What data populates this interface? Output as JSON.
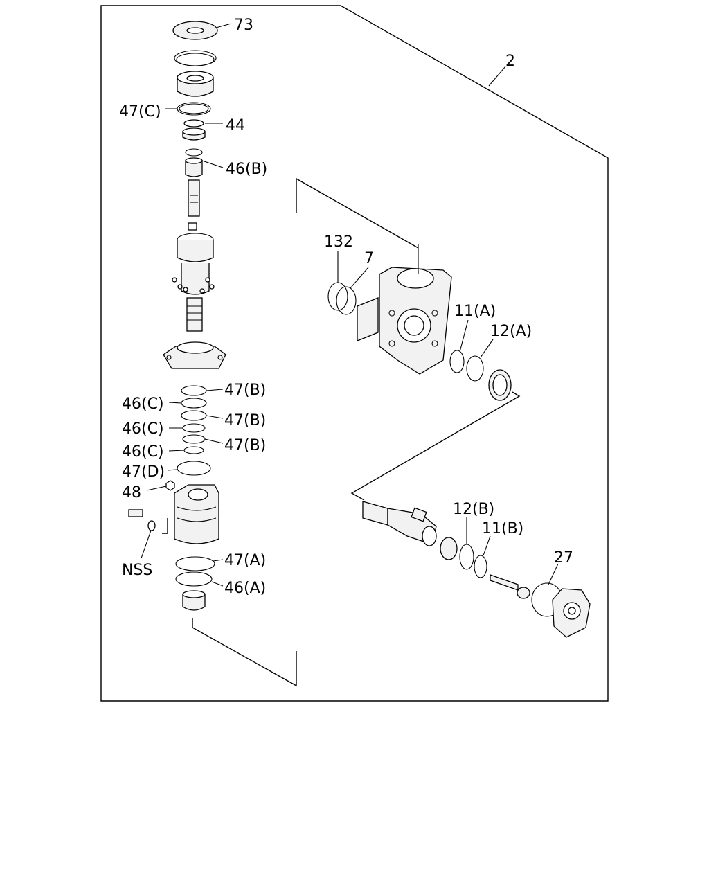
{
  "labels": {
    "l73": "73",
    "l2": "2",
    "l47c": "47(C)",
    "l44": "44",
    "l46b": "46(B)",
    "l132": "132",
    "l7": "7",
    "l11a": "11(A)",
    "l12a": "12(A)",
    "l47b1": "47(B)",
    "l46c1": "46(C)",
    "l47b2": "47(B)",
    "l46c2": "46(C)",
    "l47b3": "47(B)",
    "l46c3": "46(C)",
    "l47d": "47(D)",
    "l48": "48",
    "l12b": "12(B)",
    "l11b": "11(B)",
    "l47a": "47(A)",
    "lnss": "NSS",
    "l46a": "46(A)",
    "l27": "27"
  }
}
